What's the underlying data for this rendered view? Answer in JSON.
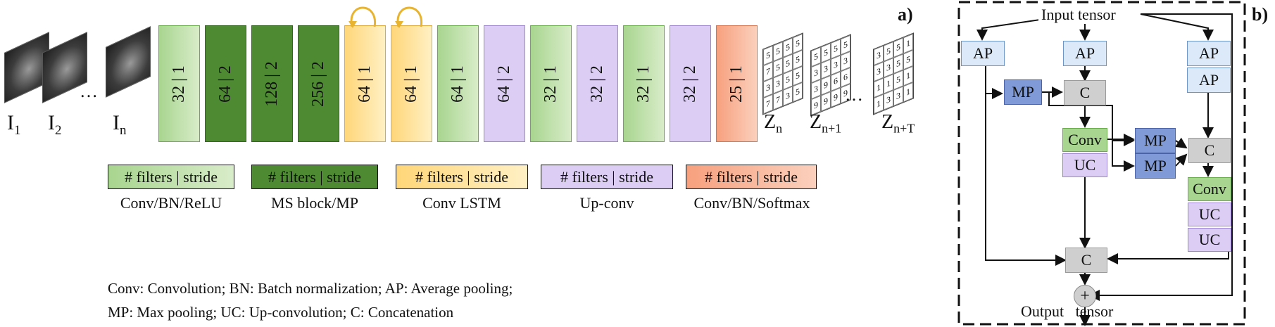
{
  "panel_a": {
    "label": "a)",
    "inputs": [
      {
        "base": "I",
        "sub": "1"
      },
      {
        "base": "I",
        "sub": "2"
      },
      {
        "base": "I",
        "sub": "n"
      }
    ],
    "input_dots": "…",
    "layers": [
      {
        "text": "32 | 1",
        "kind": "conv"
      },
      {
        "text": "64 | 2",
        "kind": "ms"
      },
      {
        "text": "128 | 2",
        "kind": "ms"
      },
      {
        "text": "256 | 2",
        "kind": "ms"
      },
      {
        "text": "64 | 1",
        "kind": "lstm"
      },
      {
        "text": "64 | 1",
        "kind": "lstm"
      },
      {
        "text": "64 | 1",
        "kind": "conv"
      },
      {
        "text": "64 | 2",
        "kind": "up"
      },
      {
        "text": "32 | 1",
        "kind": "conv"
      },
      {
        "text": "32 | 2",
        "kind": "up"
      },
      {
        "text": "32 | 1",
        "kind": "conv"
      },
      {
        "text": "32 | 2",
        "kind": "up"
      },
      {
        "text": "25 | 1",
        "kind": "soft"
      }
    ],
    "outputs": [
      {
        "base": "Z",
        "sub": "n"
      },
      {
        "base": "Z",
        "sub": "n+1"
      },
      {
        "base": "Z",
        "sub": "n+T"
      }
    ],
    "output_dots": "…",
    "grids": [
      [
        "5",
        "5",
        "5",
        "5",
        "7",
        "5",
        "5",
        "5",
        "3",
        "3",
        "5",
        "5",
        "7",
        "7",
        "3",
        "5"
      ],
      [
        "5",
        "5",
        "5",
        "5",
        "3",
        "3",
        "3",
        "3",
        "3",
        "9",
        "6",
        "6",
        "9",
        "9",
        "9",
        "9"
      ],
      [
        "3",
        "5",
        "5",
        "1",
        "3",
        "3",
        "5",
        "5",
        "1",
        "1",
        "5",
        "1",
        "1",
        "3",
        "3",
        "1"
      ]
    ],
    "legend": [
      {
        "box": "# filters | stride",
        "label": "Conv/BN/ReLU",
        "kind": "conv"
      },
      {
        "box": "# filters | stride",
        "label": "MS block/MP",
        "kind": "ms"
      },
      {
        "box": "# filters | stride",
        "label": "Conv LSTM",
        "kind": "lstm"
      },
      {
        "box": "# filters | stride",
        "label": "Up-conv",
        "kind": "up"
      },
      {
        "box": "# filters | stride",
        "label": "Conv/BN/Softmax",
        "kind": "soft"
      }
    ],
    "notes": [
      "Conv: Convolution; BN: Batch normalization; AP: Average pooling;",
      "MP: Max pooling; UC: Up-convolution; C: Concatenation"
    ]
  },
  "panel_b": {
    "label": "b)",
    "input_label": "Input tensor",
    "output_label": "Output   tensor",
    "plus": "+",
    "ap": "AP",
    "mp": "MP",
    "c": "C",
    "conv": "Conv",
    "uc": "UC"
  },
  "colors": {
    "conv": "#a8d58f",
    "ms": "#4e8a32",
    "lstm": "#ffd679",
    "up": "#dccdf5",
    "soft": "#f7a07e",
    "ap": "#dce9f8",
    "mp": "#7f9ad6",
    "c": "#cfcfcf",
    "recurrent_arrow": "#e8b430"
  }
}
